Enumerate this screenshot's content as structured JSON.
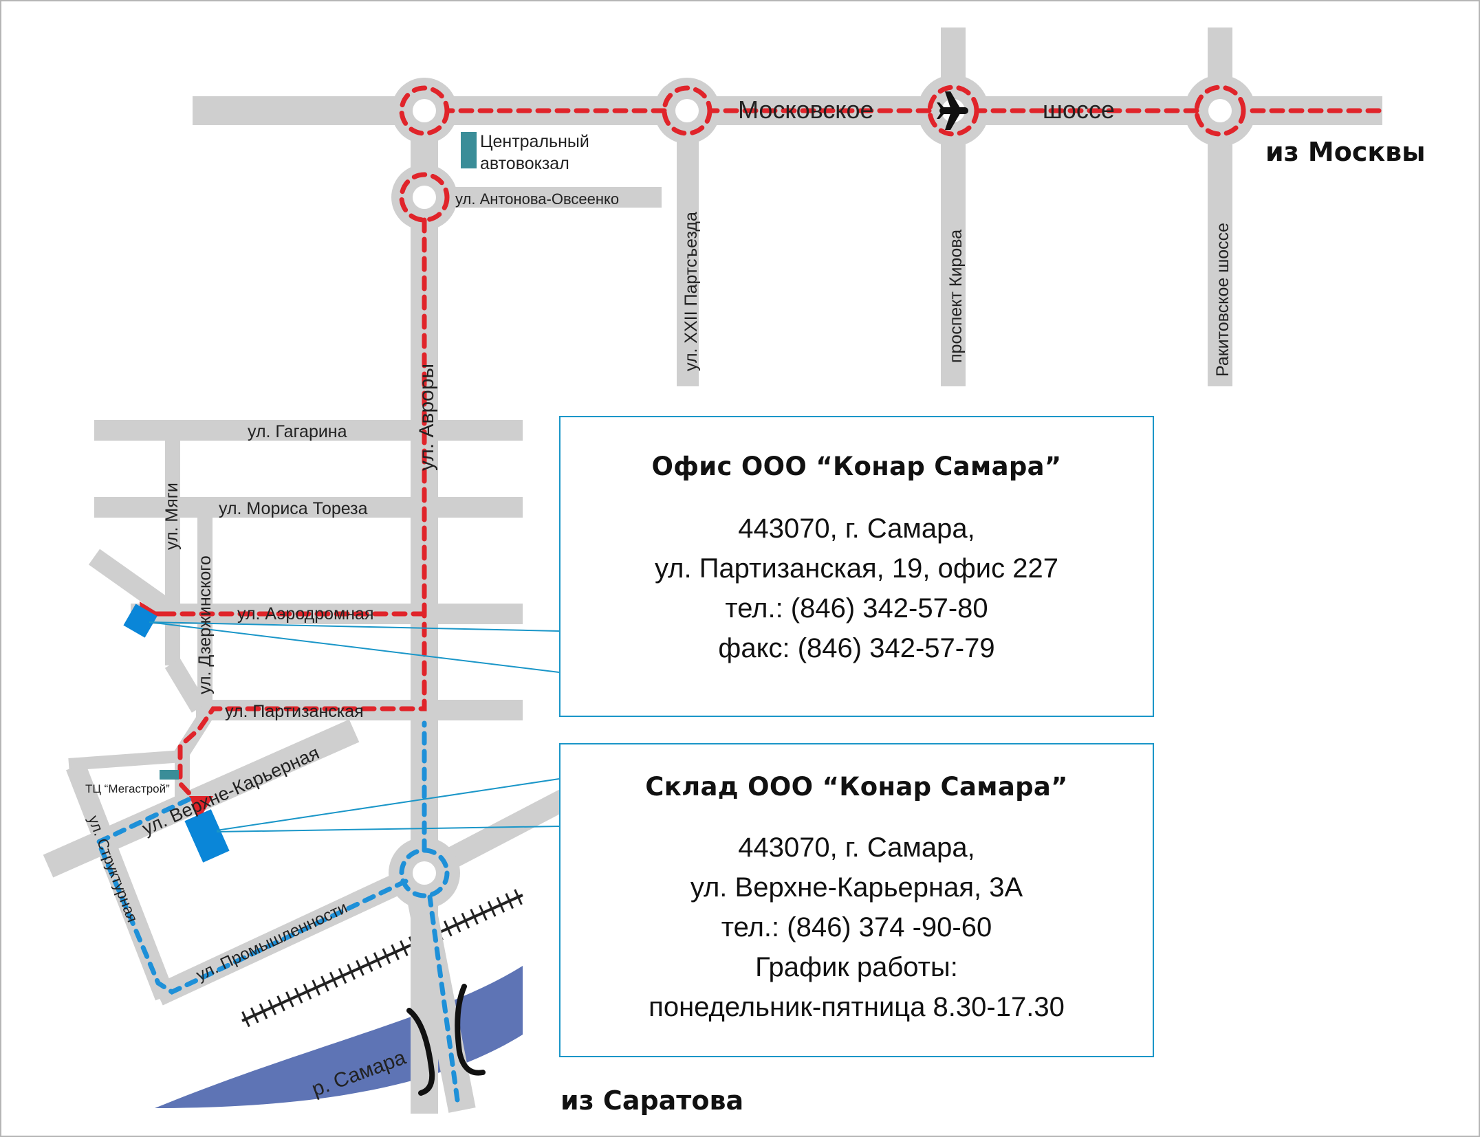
{
  "roads": {
    "moskovskoe_shosse_part1": "Московское",
    "moskovskoe_shosse_part2": "шоссе",
    "antonova_ovseenko": "ул. Антонова-Овсеенко",
    "xxii_partsezda": "ул. XXII Партсъезда",
    "prospekt_kirova": "проспект Кирова",
    "rakitovskoe_shosse": "Ракитовское шоссе",
    "avrory": "ул. Авроры",
    "gagarina": "ул. Гагарина",
    "morisa_toreza": "ул. Мориса Тореза",
    "myagi": "ул. Мяги",
    "dzerzhinskogo": "ул. Дзержинского",
    "aerodromnaya": "ул. Аэродромная",
    "partizanskaya": "ул. Партизанская",
    "verkhne_karernaya": "ул. Верхне-Карьерная",
    "strukturnaya": "ул. Структурная",
    "promyshlennosti": "ул. Промышленности",
    "river_samara": "р. Самара"
  },
  "landmarks": {
    "bus_station_line1": "Центральный",
    "bus_station_line2": "автовокзал",
    "megastroy": "ТЦ “Мегастрой”"
  },
  "directions": {
    "from_moscow": "из Москвы",
    "from_saratov": "из Саратова"
  },
  "office": {
    "title": "Офис ООО “Конар Самара”",
    "address_line1": "443070, г. Самара,",
    "address_line2": "ул. Партизанская, 19, офис 227",
    "phone": "тел.: (846) 342-57-80",
    "fax": "факс: (846) 342-57-79"
  },
  "warehouse": {
    "title": "Склад ООО “Конар Самара”",
    "address_line1": "443070, г. Самара,",
    "address_line2": "ул. Верхне-Карьерная, 3А",
    "phone": "тел.: (846) 374 -90-60",
    "schedule_label": "График работы:",
    "schedule": "понедельник-пятница 8.30-17.30"
  },
  "icons": {
    "airport": "airplane-icon",
    "railway": "railway-track-icon",
    "bridge": "bridge-icon"
  },
  "colors": {
    "road": "#cfcfcf",
    "route_from_moscow": "#e0242a",
    "route_from_saratov": "#1e90d8",
    "river": "#5e74b5",
    "marker": "#0a86d8",
    "bus_station": "#3a8d98",
    "box_border": "#1a96c8"
  }
}
